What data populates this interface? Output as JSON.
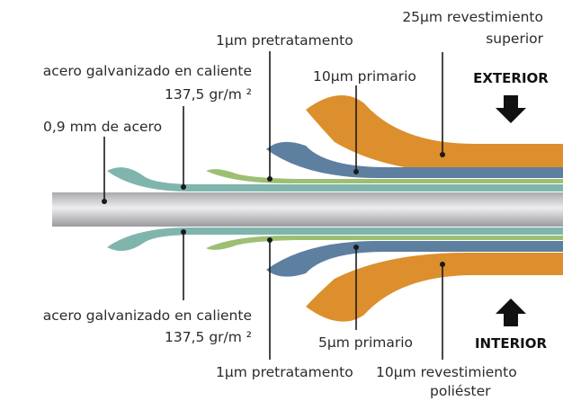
{
  "labels": {
    "topcoat_line1": "25µm revestimiento",
    "topcoat_line2": "superior",
    "pretreat_top": "1µm pretratamento",
    "galv_top_line1": "acero galvanizado en caliente",
    "galv_top_line2": "137,5 gr/m ²",
    "primer_top": "10µm primario",
    "exterior": "EXTERIOR",
    "steel": "0,9 mm de acero",
    "galv_bottom_line1": "acero galvanizado en caliente",
    "galv_bottom_line2": "137,5 gr/m ²",
    "primer_bottom": "5µm primario",
    "interior": "INTERIOR",
    "pretreat_bottom": "1µm pretratamento",
    "polyester_line1": "10µm revestimiento",
    "polyester_line2": "poliéster"
  },
  "colors": {
    "steel": "#c9c9cc",
    "galvanized": "#7fb5ad",
    "pretreatment": "#9dbf74",
    "primer": "#5d7fa0",
    "topcoat": "#dc8f2c",
    "arrow": "#111111"
  },
  "icons": {
    "exterior_arrow": "arrow-down-icon",
    "interior_arrow": "arrow-up-icon"
  }
}
